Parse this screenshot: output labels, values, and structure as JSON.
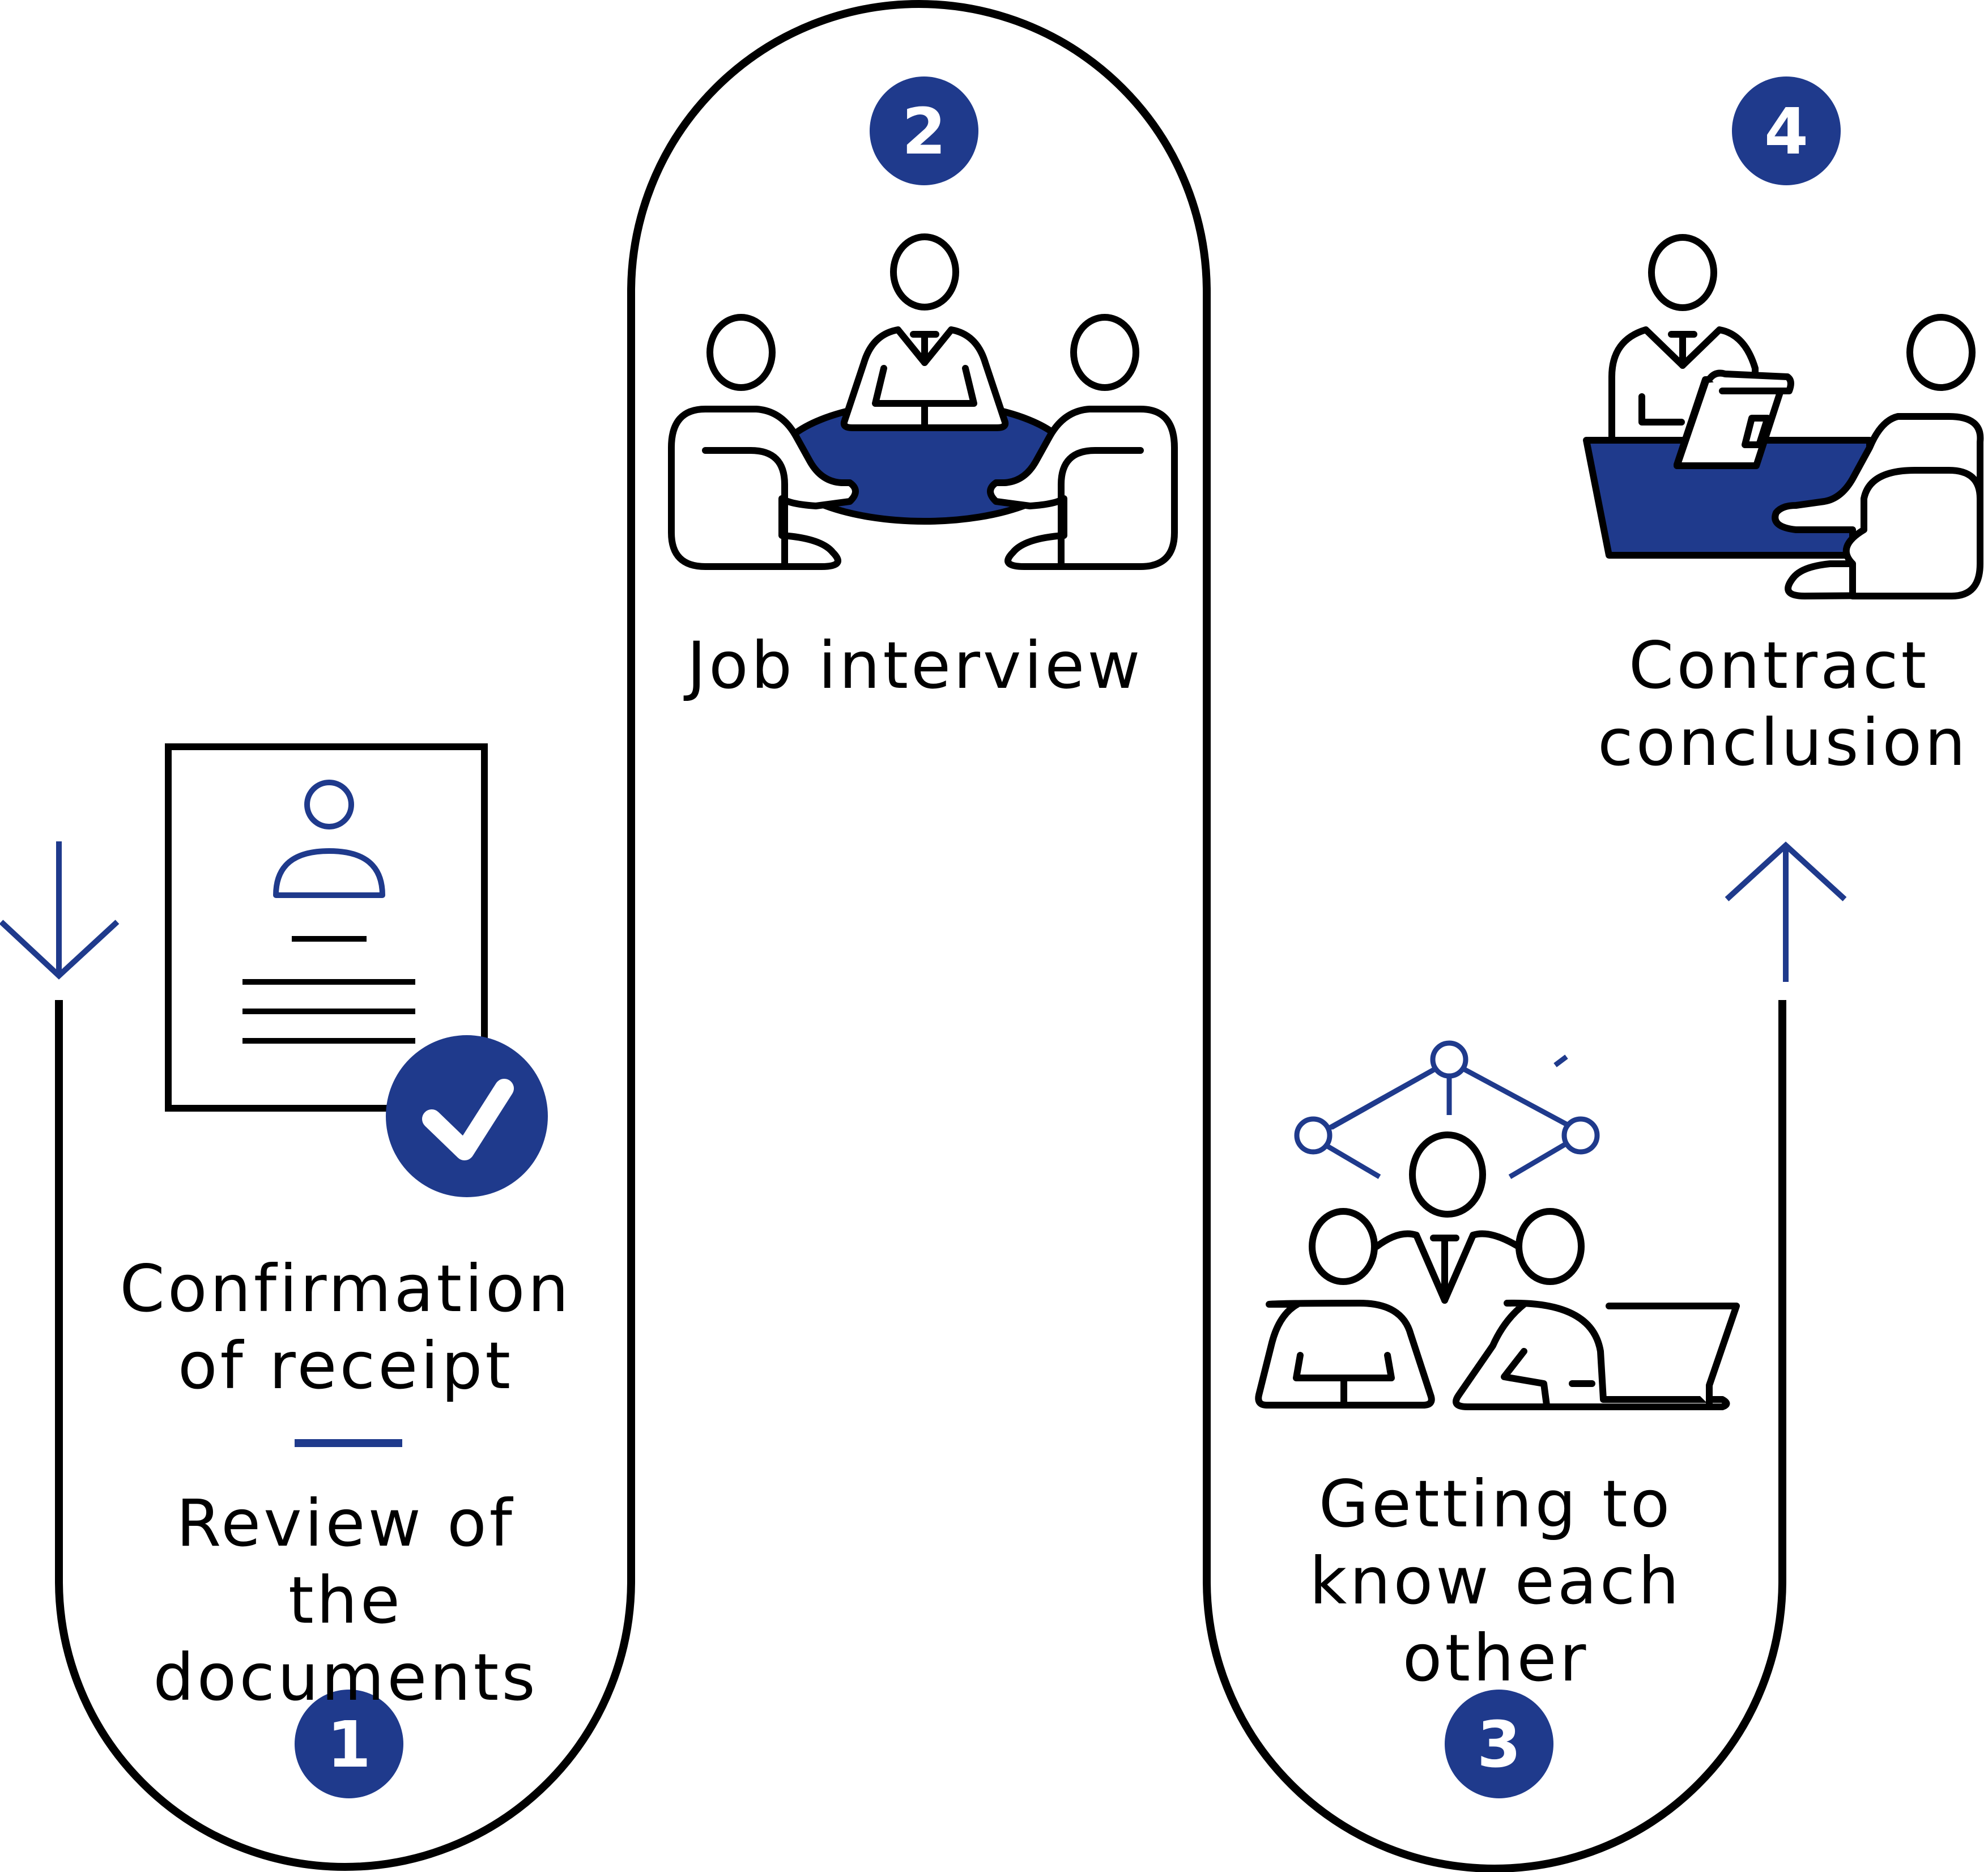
{
  "colors": {
    "accent": "#1f3a8c",
    "ink": "#000000",
    "background": "#ffffff"
  },
  "steps": [
    {
      "number": "1",
      "labels": [
        "Confirmation of receipt",
        "Review of the documents"
      ],
      "icons": [
        "document-check-icon"
      ]
    },
    {
      "number": "2",
      "labels": [
        "Job interview"
      ],
      "icons": [
        "round-table-meeting-icon"
      ]
    },
    {
      "number": "3",
      "labels": [
        "Getting to know each other"
      ],
      "icons": [
        "team-network-icon"
      ]
    },
    {
      "number": "4",
      "labels": [
        "Contract conclusion"
      ],
      "icons": [
        "contract-signing-icon"
      ]
    }
  ],
  "arrows": [
    "arrow-down-icon",
    "arrow-up-icon"
  ]
}
